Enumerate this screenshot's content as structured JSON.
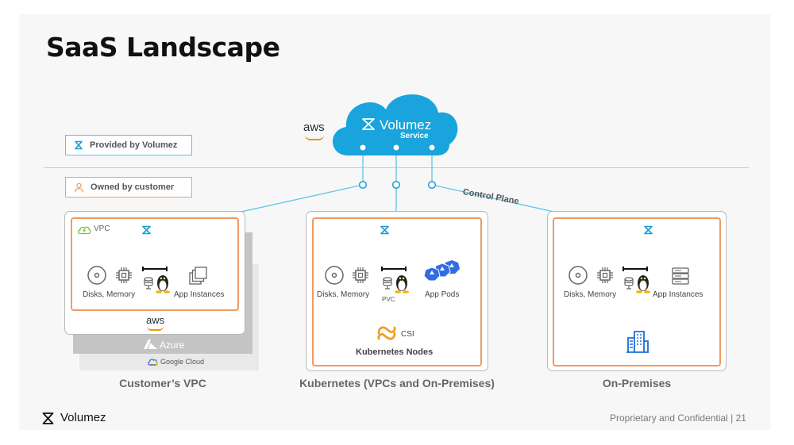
{
  "slide": {
    "title": "SaaS Landscape",
    "footer_brand": "Volumez",
    "footer_confidential": "Proprietary and Confidential | 21"
  },
  "legend": {
    "provided": "Provided by Volumez",
    "owned": "Owned by customer"
  },
  "cloud": {
    "provider": "aws",
    "title": "Volumez",
    "subtitle": "Service",
    "control_plane": "Control Plane"
  },
  "vpc_panel": {
    "label": "VPC",
    "disks": "Disks, Memory",
    "apps": "App Instances",
    "provider": "aws",
    "azure": "Azure",
    "google": "Google Cloud",
    "caption": "Customer’s VPC"
  },
  "k8s_panel": {
    "disks": "Disks, Memory",
    "pvc": "PVC",
    "apps": "App Pods",
    "csi": "CSI",
    "nodes": "Kubernetes Nodes",
    "caption": "Kubernetes (VPCs and On-Premises)"
  },
  "onprem_panel": {
    "disks": "Disks, Memory",
    "apps": "App Instances",
    "caption": "On-Premises"
  },
  "colors": {
    "cloud_blue": "#19a4dd",
    "line_blue": "#64c8ec",
    "customer_orange": "#ef9a62",
    "k8s_blue": "#326ce5",
    "aws_orange": "#f29111",
    "csi_orange": "#f0a020"
  },
  "icons": [
    "volumez-logo-icon",
    "cloud-icon",
    "person-icon",
    "disk-icon",
    "chip-icon",
    "database-icon",
    "linux-penguin-icon",
    "app-instances-icon",
    "kubernetes-pod-icon",
    "csi-icon",
    "server-rack-icon",
    "building-icon",
    "azure-logo-icon",
    "google-cloud-icon"
  ]
}
